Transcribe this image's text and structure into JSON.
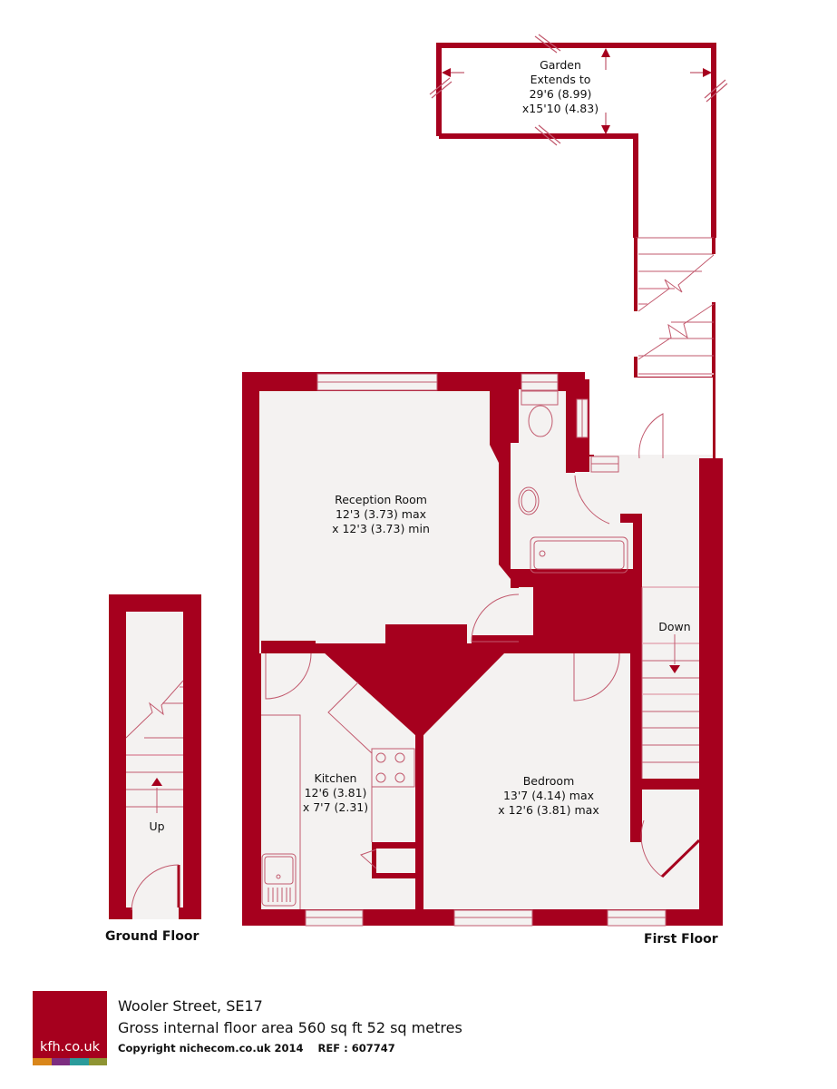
{
  "colors": {
    "wall": "#a6001e",
    "floor": "#f4f2f1",
    "fixture_line": "#c25a6e",
    "text": "#111111",
    "logo_stripes": [
      "#d9861a",
      "#7d2d80",
      "#2a9b9b",
      "#8e9433"
    ]
  },
  "rooms": {
    "garden": {
      "name": "Garden",
      "line1": "Extends to",
      "line2": "29'6 (8.99)",
      "line3": "x15'10 (4.83)"
    },
    "reception": {
      "name": "Reception Room",
      "line1": "12'3 (3.73) max",
      "line2": "x 12'3 (3.73) min"
    },
    "kitchen": {
      "name": "Kitchen",
      "line1": "12'6 (3.81)",
      "line2": "x 7'7 (2.31)"
    },
    "bedroom": {
      "name": "Bedroom",
      "line1": "13'7 (4.14) max",
      "line2": "x 12'6 (3.81) max"
    }
  },
  "stairs": {
    "down_label": "Down",
    "up_label": "Up"
  },
  "floors": {
    "ground": "Ground Floor",
    "first": "First Floor"
  },
  "footer": {
    "logo_text": "kfh.co.uk",
    "address": "Wooler Street, SE17",
    "area": "Gross internal floor area 560 sq ft 52 sq metres",
    "copyright": "Copyright nichecom.co.uk 2014",
    "ref": "REF : 607747"
  }
}
